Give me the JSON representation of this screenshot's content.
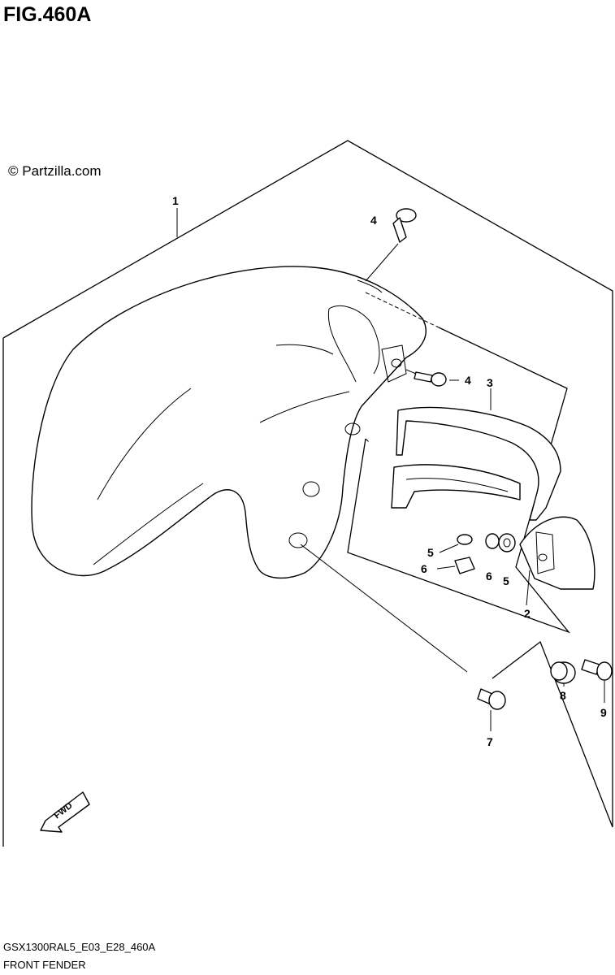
{
  "figure": {
    "title": "FIG.460A",
    "copyright": "© Partzilla.com",
    "model_code": "GSX1300RAL5_E03_E28_460A",
    "section_name": "FRONT FENDER",
    "direction_label": "FWD"
  },
  "callouts": [
    {
      "id": "c1a",
      "label": "1"
    },
    {
      "id": "c2a",
      "label": "2"
    },
    {
      "id": "c3a",
      "label": "3"
    },
    {
      "id": "c4a",
      "label": "4"
    },
    {
      "id": "c4b",
      "label": "4"
    },
    {
      "id": "c5a",
      "label": "5"
    },
    {
      "id": "c5b",
      "label": "5"
    },
    {
      "id": "c6a",
      "label": "6"
    },
    {
      "id": "c6b",
      "label": "6"
    },
    {
      "id": "c7a",
      "label": "7"
    },
    {
      "id": "c8a",
      "label": "8"
    },
    {
      "id": "c9a",
      "label": "9"
    }
  ]
}
